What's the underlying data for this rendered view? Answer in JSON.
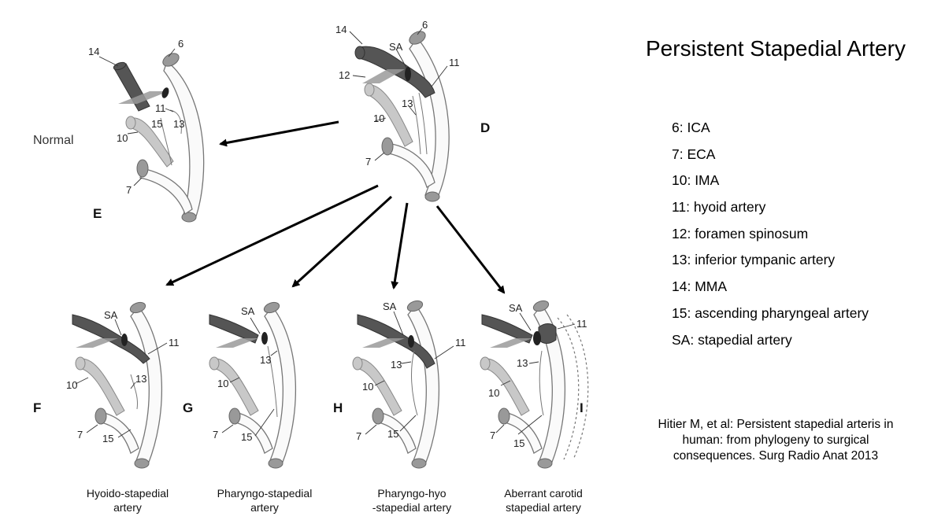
{
  "title": "Persistent Stapedial Artery",
  "legend": [
    "6: ICA",
    "7: ECA",
    "10: IMA",
    "11: hyoid artery",
    "12: foramen spinosum",
    "13: inferior tympanic artery",
    "14: MMA",
    "15: ascending pharyngeal artery",
    "SA: stapedial artery"
  ],
  "citation": [
    "Hitier M, et al: Persistent stapedial arteris in",
    "human: from phylogeny to surgical",
    "consequences. Surg Radio Anat 2013"
  ],
  "panels": {
    "E": {
      "letter": "E",
      "side_label": "Normal"
    },
    "D": {
      "letter": "D"
    },
    "F": {
      "letter": "F",
      "caption": [
        "Hyoido-stapedial",
        "artery"
      ]
    },
    "G": {
      "letter": "G",
      "caption": [
        "Pharyngo-stapedial",
        "artery"
      ]
    },
    "H": {
      "letter": "H",
      "caption": [
        "Pharyngo-hyo",
        "-stapedial artery"
      ]
    },
    "I": {
      "letter": "I",
      "caption": [
        "Aberrant carotid",
        "stapedial artery"
      ]
    }
  },
  "numbers": {
    "n6": "6",
    "n7": "7",
    "n10": "10",
    "n11": "11",
    "n12": "12",
    "n13": "13",
    "n14": "14",
    "n15": "15",
    "sa": "SA"
  }
}
